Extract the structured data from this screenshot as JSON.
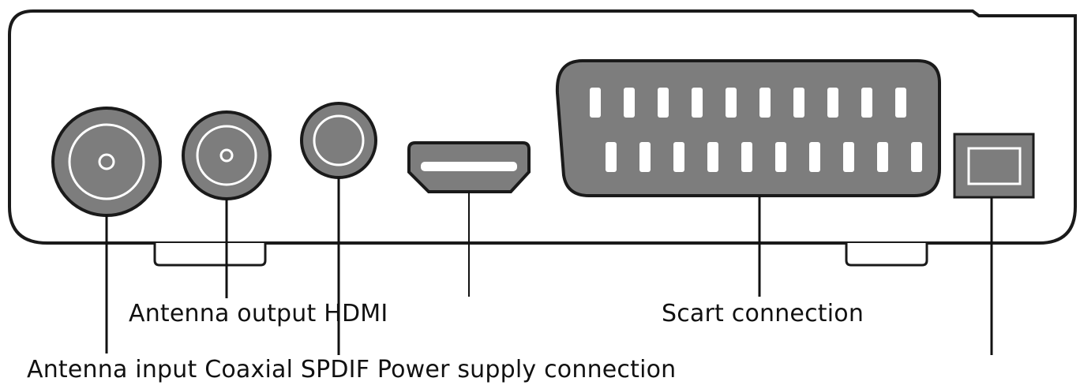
{
  "labels": {
    "line1": "Antenna output HDMI",
    "scart": "Scart connection",
    "line2": "Antenna input Coaxial SPDIF Power supply connection"
  },
  "colors": {
    "outline": "#1a1a1a",
    "port_fill": "#7d7d7d",
    "pin_fill": "#ffffff",
    "leader": "#111111"
  }
}
